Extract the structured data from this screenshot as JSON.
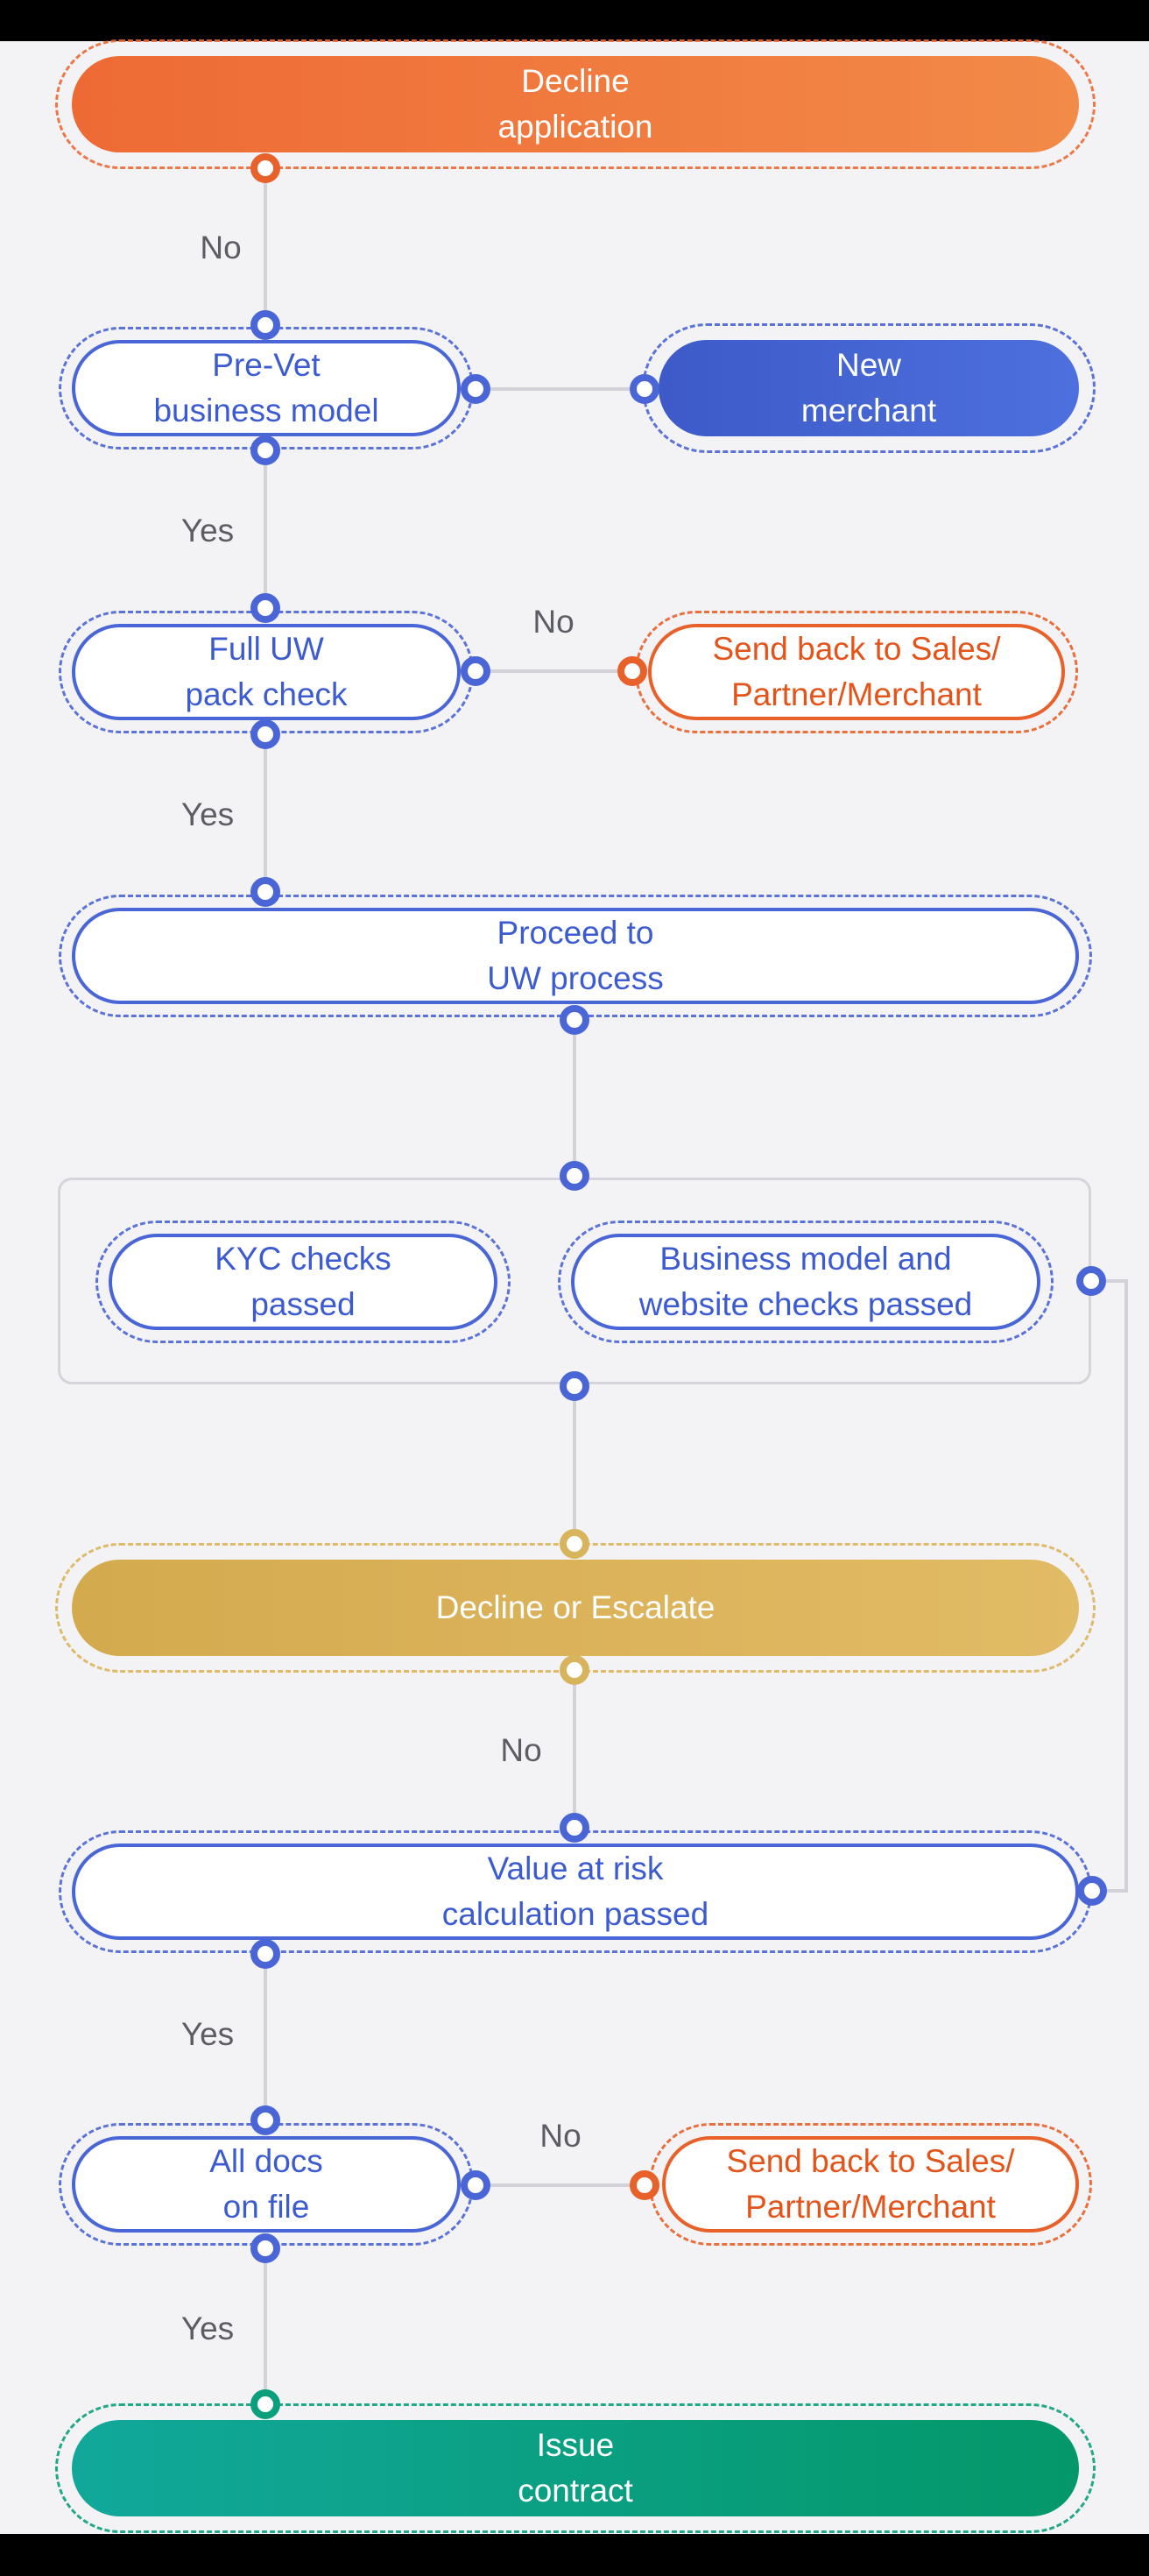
{
  "nodes": {
    "decline_application": "Decline\napplication",
    "pre_vet": "Pre-Vet\nbusiness model",
    "new_merchant": "New\nmerchant",
    "full_uw": "Full UW\npack check",
    "send_back_1": "Send back to Sales/\nPartner/Merchant",
    "proceed_uw": "Proceed to\nUW process",
    "kyc": "KYC checks\npassed",
    "business_website": "Business model and\nwebsite checks passed",
    "decline_escalate": "Decline or Escalate",
    "value_at_risk": "Value at risk\ncalculation passed",
    "all_docs": "All docs\non file",
    "send_back_2": "Send back to Sales/\nPartner/Merchant",
    "issue_contract": "Issue\ncontract"
  },
  "edge_labels": {
    "prevet_no": "No",
    "prevet_yes": "Yes",
    "fulluw_no": "No",
    "fulluw_yes": "Yes",
    "escalate_no": "No",
    "var_yes": "Yes",
    "docs_no": "No",
    "docs_yes": "Yes"
  },
  "colors": {
    "blue": "#4a66d6",
    "orange": "#ee6a35",
    "gold": "#dcb45c",
    "teal": "#0aa07c",
    "connector": "#d2d2d8"
  }
}
